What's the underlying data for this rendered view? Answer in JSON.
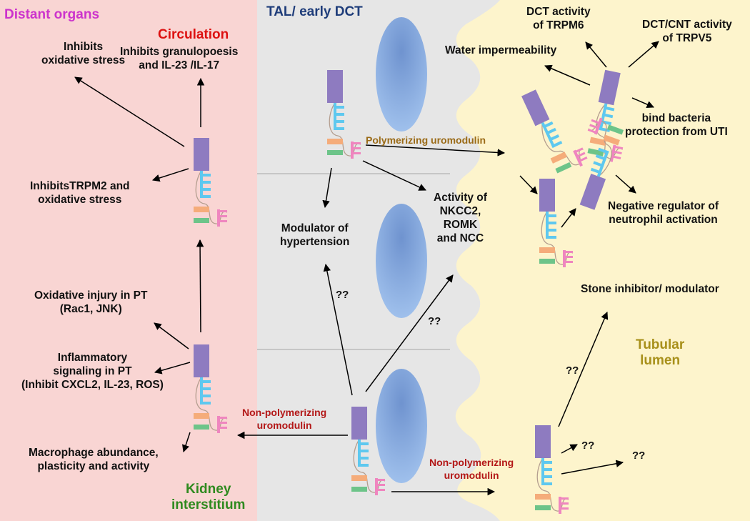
{
  "regions": {
    "distant_organs": "Distant organs",
    "circulation": "Circulation",
    "tal_dct": "TAL/ early DCT",
    "kidney_interstitium": "Kidney\ninterstitium",
    "tubular_lumen": "Tubular\nlumen"
  },
  "labels": {
    "inhibits_oxidative_stress": "Inhibits\noxidative stress",
    "inhibits_granulopoesis": "Inhibits granulopoesis\nand IL-23 /IL-17",
    "inhibits_trpm2": "InhibitsTRPM2 and\noxidative stress",
    "oxidative_injury": "Oxidative injury in PT\n(Rac1, JNK)",
    "inflammatory_signaling": "Inflammatory\nsignaling in PT\n(Inhibit CXCL2, IL-23, ROS)",
    "macrophage": "Macrophage abundance,\nplasticity and activity",
    "polymerizing": "Polymerizing uromodulin",
    "modulator_hypertension": "Modulator of\nhypertension",
    "activity_nkcc2": "Activity of\nNKCC2,\nROMK\nand NCC",
    "non_polymerizing_1": "Non-polymerizing\nuromodulin",
    "non_polymerizing_2": "Non-polymerizing\nuromodulin",
    "dct_trpm6": "DCT activity\nof TRPM6",
    "dct_cnt_trpv5": "DCT/CNT activity\nof TRPV5",
    "water_impermeability": "Water impermeability",
    "bind_bacteria": "bind bacteria\nprotection from UTI",
    "negative_regulator": "Negative regulator of\nneutrophil activation",
    "stone_inhibitor": "Stone inhibitor/ modulator",
    "unknown": "??"
  },
  "colors": {
    "interstitium_bg": "#f9d5d3",
    "tal_bg": "#e6e6e6",
    "lumen_bg": "#fdf4cc",
    "distant_organs": "#cc33cc",
    "circulation": "#dd1111",
    "tal_dct": "#1f3d7a",
    "kidney_interstitium": "#2f8a1f",
    "tubular_lumen": "#a8901a",
    "polymerizing": "#9a6a16",
    "non_polymerizing": "#b31717",
    "protein_purple": "#8e7bc0",
    "protein_blue": "#5ec8ef",
    "protein_pink": "#ef86bf",
    "protein_orange": "#f5ac7a",
    "protein_green": "#6dc489"
  }
}
